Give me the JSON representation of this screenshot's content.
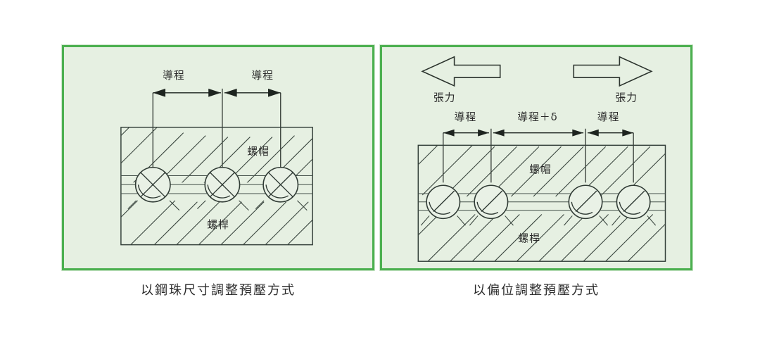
{
  "figure": {
    "background_color": "#ffffff",
    "panel_border_color": "#4cb050",
    "panel_background_color": "#e6f0e2",
    "ink_color": "#2b2b2b"
  },
  "panels": [
    {
      "id": "ball-size-preload",
      "caption": "以鋼珠尺寸調整預壓方式",
      "dimension_labels": [
        "導程",
        "導程"
      ],
      "part_labels": {
        "nut": "螺帽",
        "screw": "螺桿"
      },
      "force_labels": [],
      "ball_count": 3,
      "ball_positions_pct": [
        17,
        50,
        83
      ],
      "dimension_spans": [
        "導程",
        "導程"
      ]
    },
    {
      "id": "offset-preload",
      "caption": "以偏位調整預壓方式",
      "dimension_labels": [
        "導程",
        "導程＋δ",
        "導程"
      ],
      "part_labels": {
        "nut": "螺帽",
        "screw": "螺桿"
      },
      "force_labels": [
        "張力",
        "張力"
      ],
      "ball_count": 4,
      "ball_positions_pct": [
        13,
        33,
        66,
        86
      ],
      "dimension_spans": [
        "導程",
        "導程＋δ",
        "導程"
      ]
    }
  ],
  "glyphs": {
    "delta": "δ",
    "plus": "＋",
    "arrow_left": "left-block-arrow",
    "arrow_right": "right-block-arrow"
  }
}
